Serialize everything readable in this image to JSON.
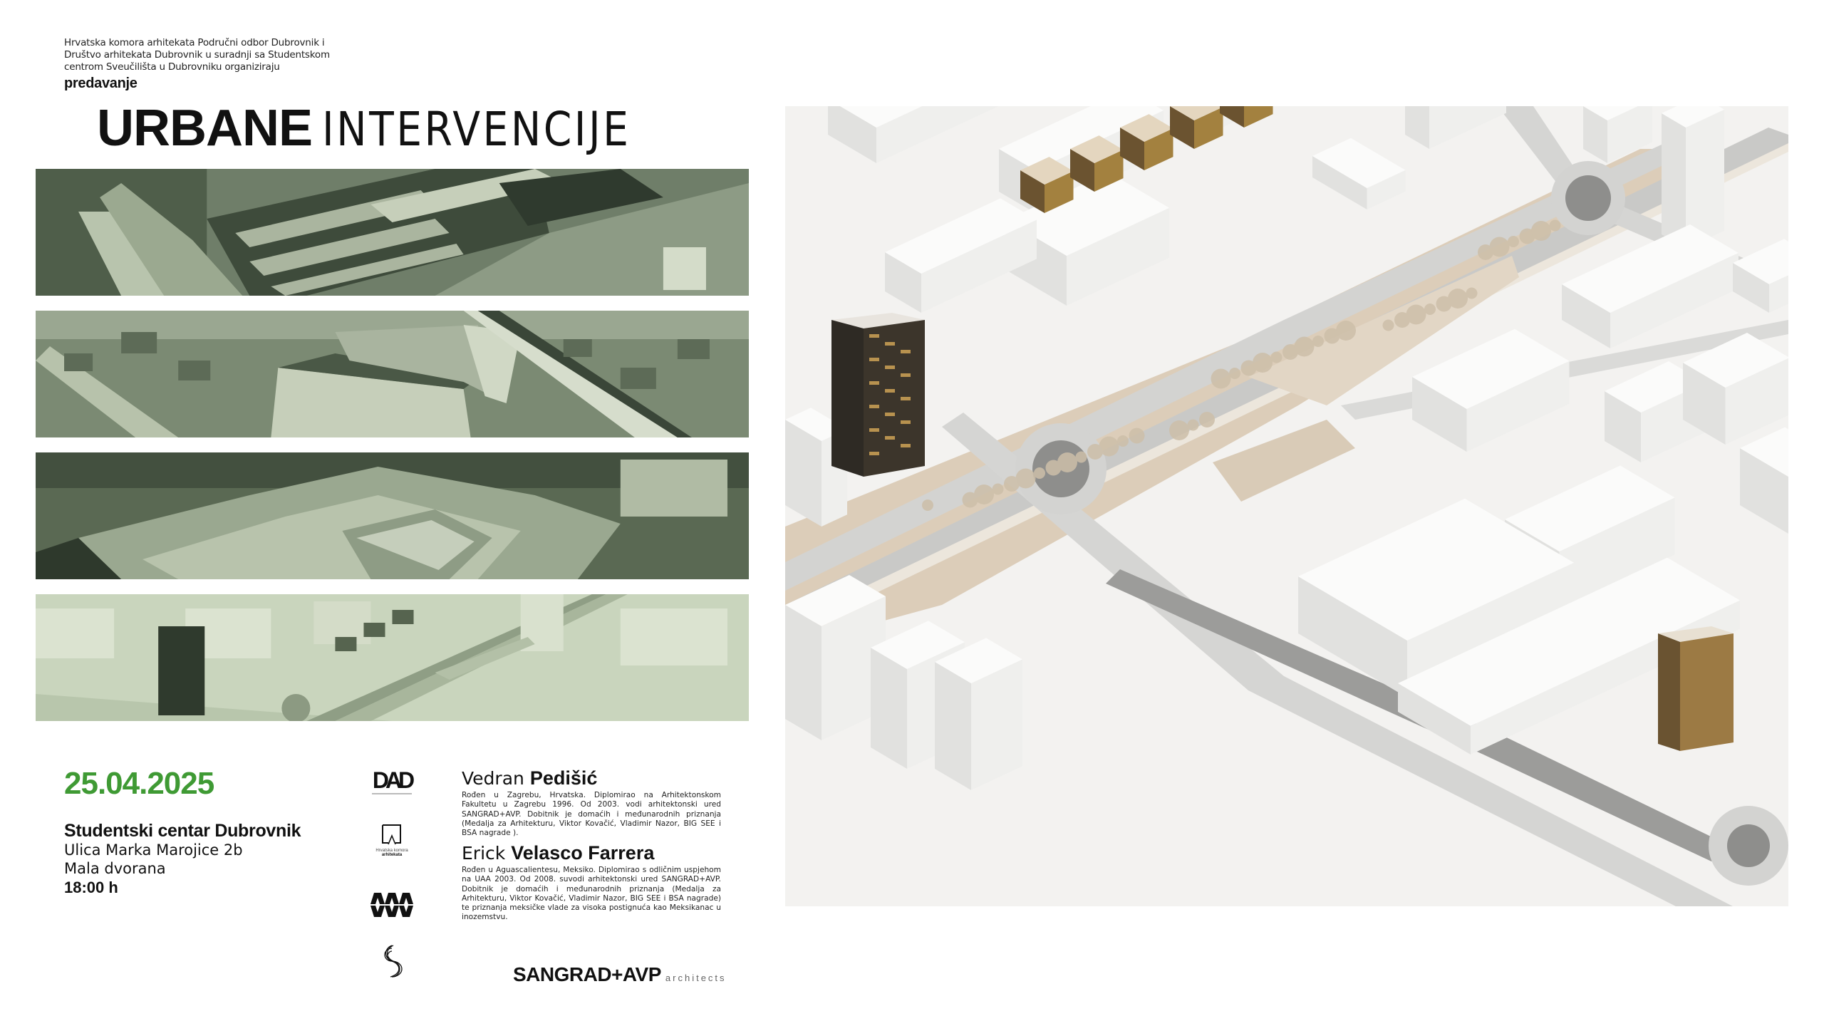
{
  "intro": {
    "lines": [
      "Hrvatska komora arhitekata Područni odbor Dubrovnik i",
      "Društvo arhitekata Dubrovnik u suradnji sa Studentskom",
      "centrom Sveučilišta u Dubrovniku organiziraju"
    ],
    "kicker": "predavanje"
  },
  "title": {
    "bold": "URBANE",
    "light": "INTERVENCIJE"
  },
  "event": {
    "date": "25.04.2025",
    "venue": "Studentski centar Dubrovnik",
    "address": "Ulica Marka Marojice 2b",
    "room": "Mala dvorana",
    "time": "18:00 h",
    "date_color": "#3f9a34"
  },
  "speakers": [
    {
      "first": "Vedran",
      "last": "Pedišić",
      "bio": "Rođen u Zagrebu, Hrvatska. Diplomirao na Arhitektonskom Fakultetu u Zagrebu 1996. Od 2003. vodi arhitektonski ured SANGRAD+AVP. Dobitnik je domaćih i međunarodnih priznanja (Medalja za Arhitekturu, Viktor Kovačić, Vladimir Nazor, BIG SEE i BSA nagrade )."
    },
    {
      "first": "Erick",
      "last": "Velasco Farrera",
      "bio": "Rođen u Aguascalientesu, Meksiko. Diplomirao s odličnim uspjehom na UAA 2003. Od 2008. suvodi arhitektonski ured SANGRAD+AVP. Dobitnik je domaćih i međunarodnih priznanja (Medalja za Arhitekturu, Viktor Kovačić, Vladimir Nazor, BIG SEE i BSA nagrade) te priznanja meksičke vlade za visoka postignuća kao Meksikanac u inozemstvu."
    }
  ],
  "logos": {
    "dad": "DAD",
    "hka_line1": "Hrvatska komora",
    "hka_line2": "arhitekata",
    "icons": [
      "dad-logo",
      "hka-logo",
      "wave-logo",
      "spiral-s-logo"
    ]
  },
  "brand": {
    "name": "SANGRAD+AVP",
    "suffix": "architects"
  },
  "photos": [
    "aerial-campus",
    "aerial-barracks-railway",
    "aerial-fortress",
    "model-render-tinted"
  ],
  "colors": {
    "photo_tint_dark": "#4b5a48",
    "photo_tint_light": "#c9d5bd",
    "render_bg": "#f3f2f0",
    "render_accent": "#d9c9b3"
  }
}
